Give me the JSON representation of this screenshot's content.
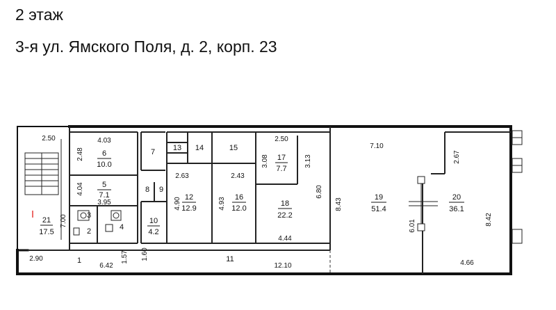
{
  "header": {
    "floor": "2 этаж",
    "address": "3-я ул. Ямского Поля, д. 2, корп. 23"
  },
  "rooms": [
    {
      "num": "6",
      "area": "10.0"
    },
    {
      "num": "5",
      "area": "7.1"
    },
    {
      "num": "7",
      "area": ""
    },
    {
      "num": "8",
      "area": ""
    },
    {
      "num": "9",
      "area": ""
    },
    {
      "num": "10",
      "area": "4.2"
    },
    {
      "num": "13",
      "area": ""
    },
    {
      "num": "14",
      "area": ""
    },
    {
      "num": "15",
      "area": ""
    },
    {
      "num": "12",
      "area": "12.9"
    },
    {
      "num": "16",
      "area": "12.0"
    },
    {
      "num": "17",
      "area": "7.7"
    },
    {
      "num": "18",
      "area": "22.2"
    },
    {
      "num": "19",
      "area": "51.4"
    },
    {
      "num": "20",
      "area": "36.1"
    },
    {
      "num": "21",
      "area": "17.5"
    },
    {
      "num": "1",
      "area": ""
    },
    {
      "num": "2",
      "area": ""
    },
    {
      "num": "3",
      "area": ""
    },
    {
      "num": "4",
      "area": ""
    },
    {
      "num": "11",
      "area": ""
    }
  ],
  "dimensions": [
    "2.50",
    "4.03",
    "2.48",
    "4.04",
    "3.95",
    "2.63",
    "2.43",
    "4.90",
    "4.93",
    "2.50",
    "3.08",
    "3.13",
    "6.80",
    "4.44",
    "7.10",
    "8.43",
    "6.01",
    "2.67",
    "8.42",
    "4.66",
    "7.00",
    "2.90",
    "6.42",
    "1.57",
    "1.60",
    "12.10"
  ],
  "colors": {
    "wall": "#111111",
    "line": "#333333",
    "background": "#ffffff"
  }
}
